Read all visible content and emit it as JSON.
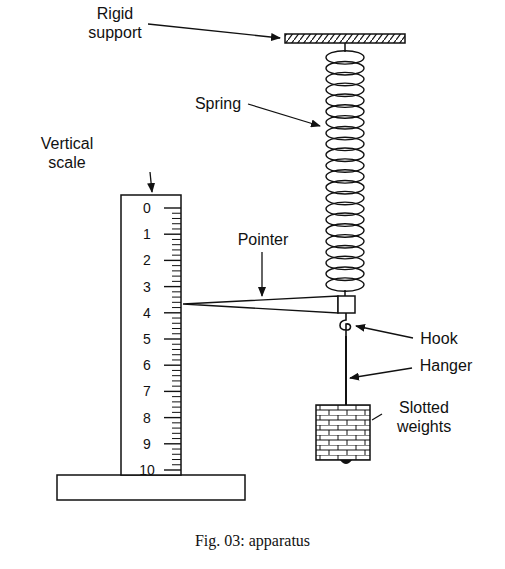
{
  "diagram": {
    "caption": "Fig. 03: apparatus",
    "labels": [
      "Rigid support",
      "Spring",
      "Vertical scale",
      "Pointer",
      "Hook",
      "Hanger",
      "Slotted weights",
      "0",
      "1",
      "2",
      "3",
      "4",
      "5",
      "6",
      "7",
      "8",
      "9",
      "10"
    ]
  }
}
